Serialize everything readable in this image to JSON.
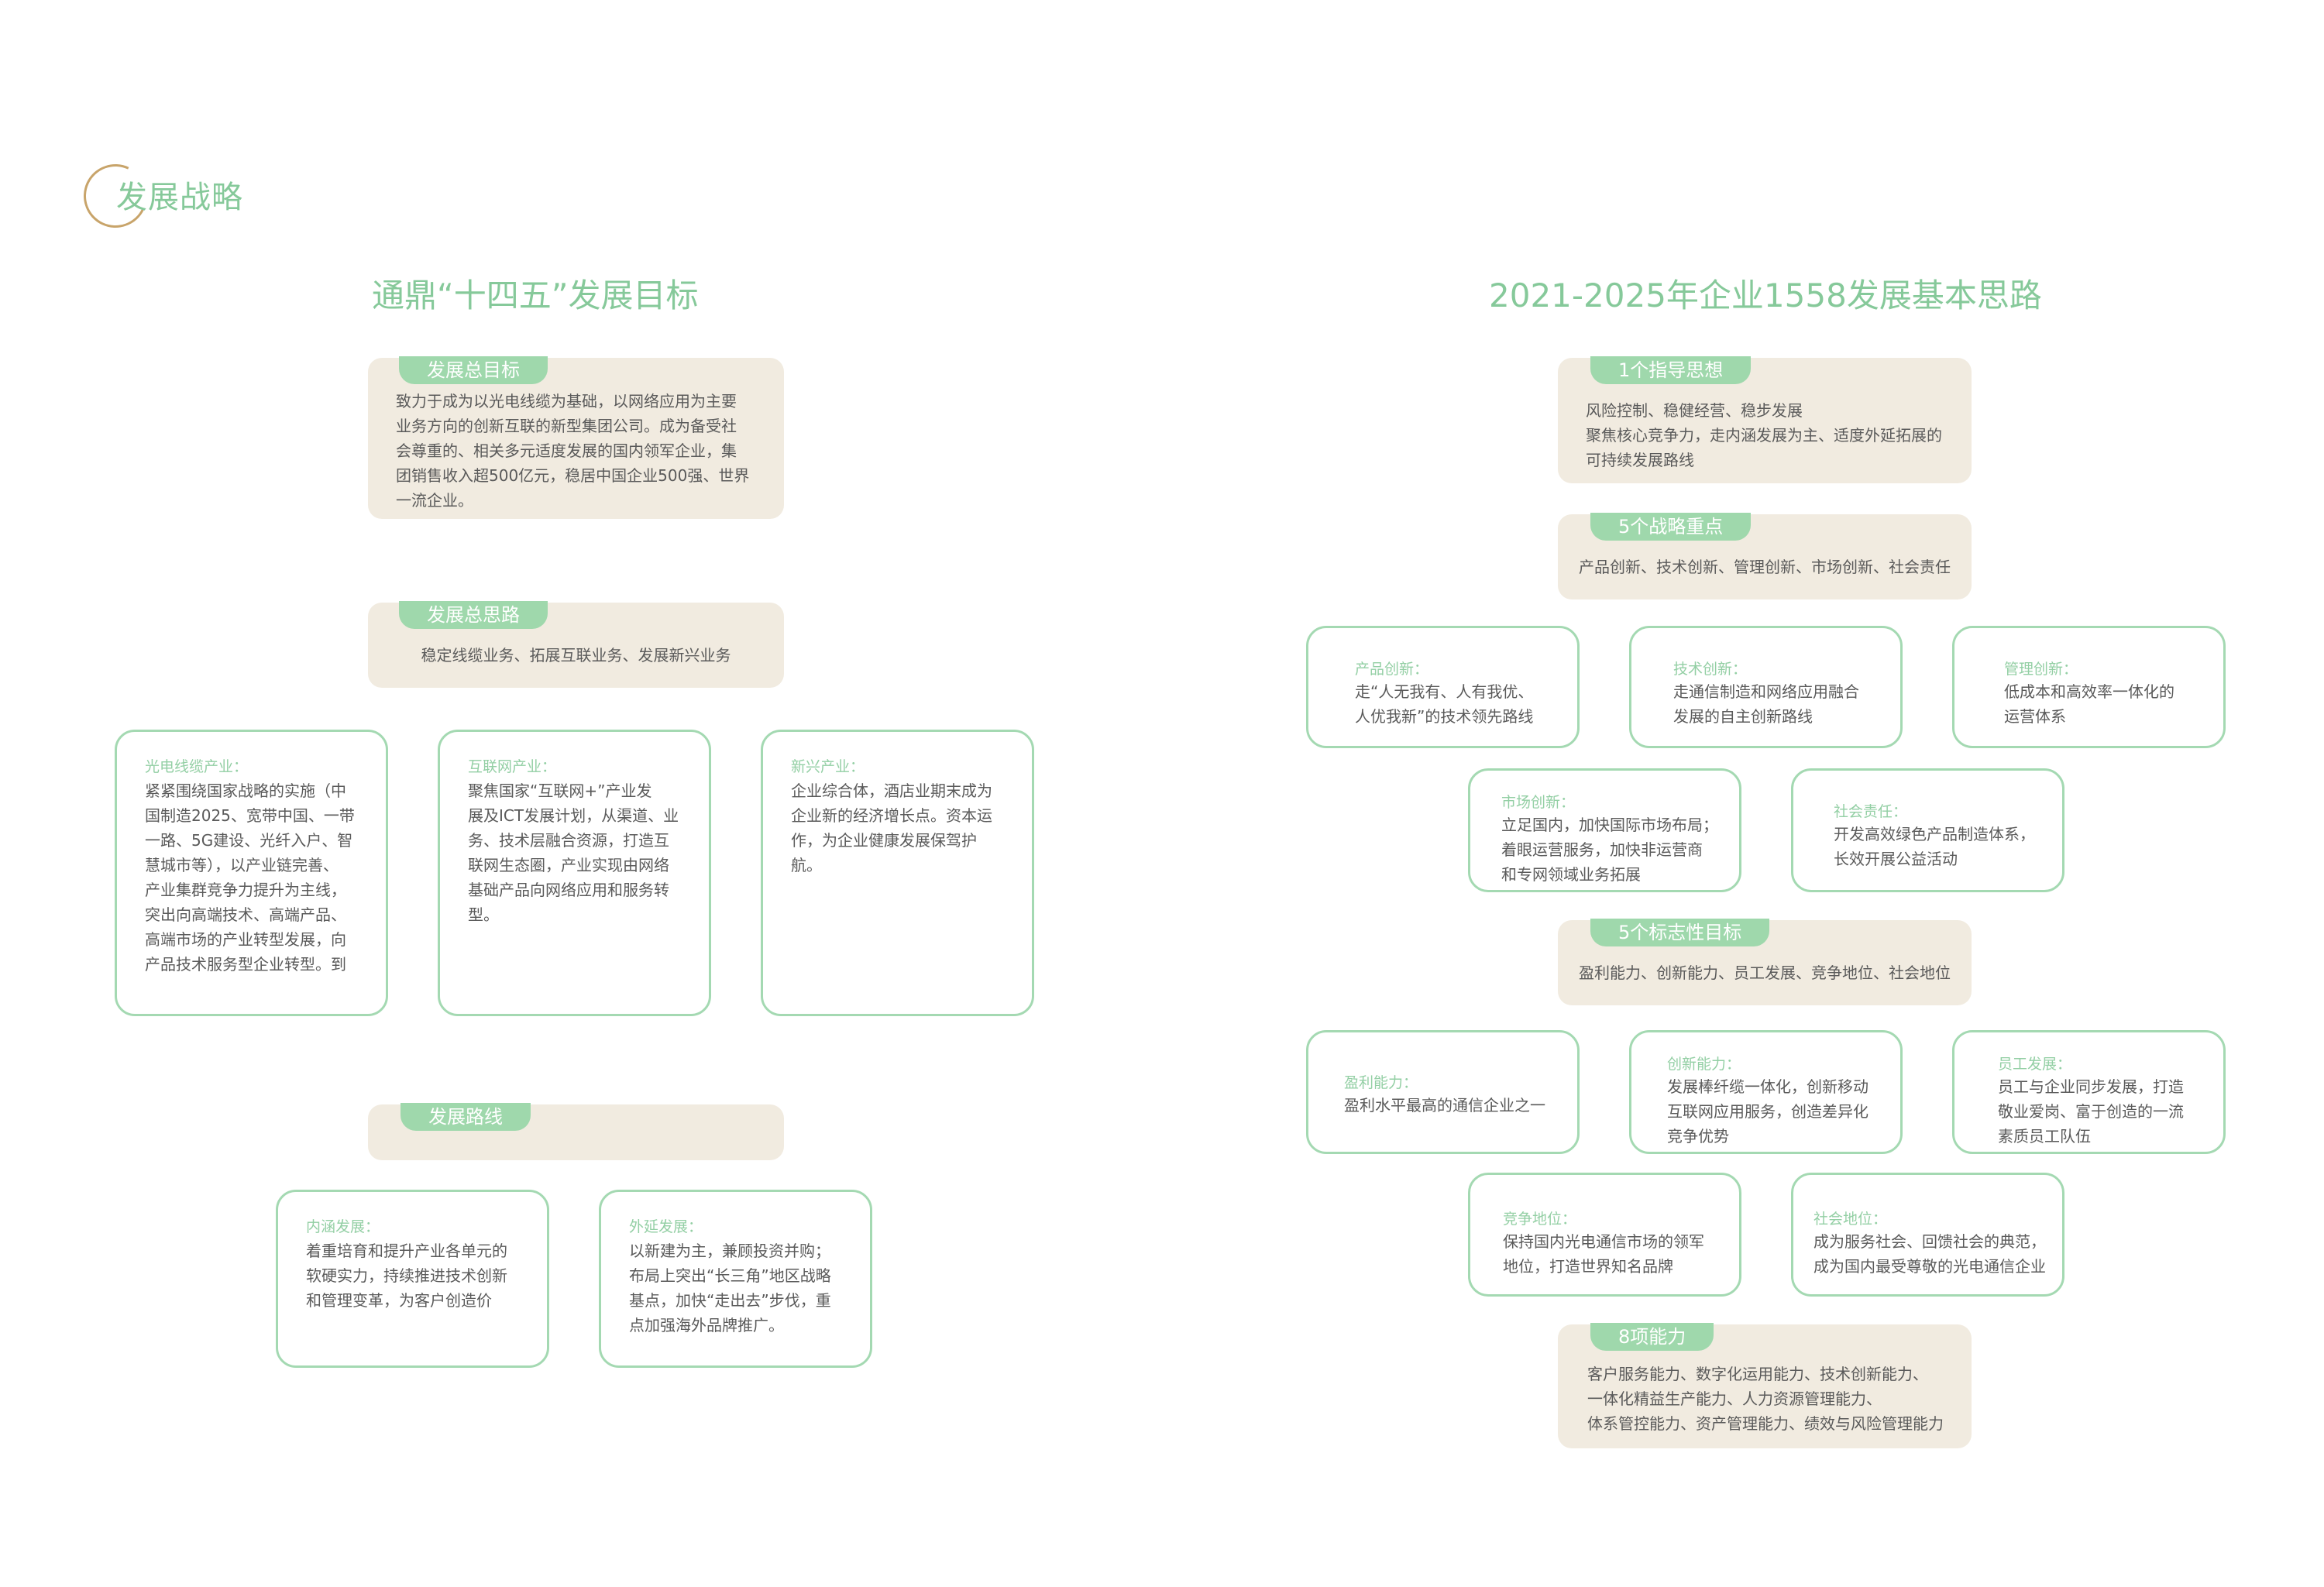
{
  "header": {
    "section_title": "发展战略"
  },
  "left": {
    "title": "通鼎“十四五”发展目标",
    "goal": {
      "tag": "发展总目标",
      "text": "致力于成为以光电线缆为基础，以网络应用为主要\n业务方向的创新互联的新型集团公司。成为备受社\n会尊重的、相关多元适度发展的国内领军企业，集\n团销售收入超500亿元，稳居中国企业500强、世界\n一流企业。"
    },
    "approach": {
      "tag": "发展总思路",
      "text": "稳定线缆业务、拓展互联业务、发展新兴业务"
    },
    "industries": [
      {
        "title": "光电线缆产业：",
        "text": "紧紧围绕国家战略的实施（中\n国制造2025、宽带中国、一带\n一路、5G建设、光纤入户、智\n慧城市等），以产业链完善、\n产业集群竞争力提升为主线，\n突出向高端技术、高端产品、\n高端市场的产业转型发展，向\n产品技术服务型企业转型。到"
      },
      {
        "title": "互联网产业：",
        "text": "聚焦国家“互联网+”产业发\n展及ICT发展计划，从渠道、业\n务、技术层融合资源，打造互\n联网生态圈，产业实现由网络\n基础产品向网络应用和服务转\n型。"
      },
      {
        "title": "新兴产业：",
        "text": "企业综合体，酒店业期末成为\n企业新的经济增长点。资本运\n作，为企业健康发展保驾护\n航。"
      }
    ],
    "route": {
      "tag": "发展路线"
    },
    "routes": [
      {
        "title": "内涵发展：",
        "text": "着重培育和提升产业各单元的\n软硬实力，持续推进技术创新\n和管理变革，为客户创造价"
      },
      {
        "title": "外延发展：",
        "text": "以新建为主，兼顾投资并购；\n布局上突出“长三角”地区战略\n基点，加快“走出去”步伐，重\n点加强海外品牌推广。"
      }
    ]
  },
  "right": {
    "title": "2021-2025年企业1558发展基本思路",
    "guiding": {
      "tag": "1个指导思想",
      "text": "风险控制、稳健经营、稳步发展\n聚焦核心竞争力，走内涵发展为主、适度外延拓展的\n可持续发展路线"
    },
    "focus": {
      "tag": "5个战略重点",
      "text": "产品创新、技术创新、管理创新、市场创新、社会责任"
    },
    "focus_items": [
      {
        "title": "产品创新：",
        "text": "走“人无我有、人有我优、\n人优我新”的技术领先路线"
      },
      {
        "title": "技术创新：",
        "text": "走通信制造和网络应用融合\n发展的自主创新路线"
      },
      {
        "title": "管理创新：",
        "text": "低成本和高效率一体化的\n运营体系"
      },
      {
        "title": "市场创新：",
        "text": "立足国内，加快国际市场布局；\n着眼运营服务，加快非运营商\n和专网领域业务拓展"
      },
      {
        "title": "社会责任：",
        "text": "开发高效绿色产品制造体系，\n长效开展公益活动"
      }
    ],
    "targets": {
      "tag": "5个标志性目标",
      "text": "盈利能力、创新能力、员工发展、竞争地位、社会地位"
    },
    "target_items": [
      {
        "title": "盈利能力：",
        "text": "盈利水平最高的通信企业之一"
      },
      {
        "title": "创新能力：",
        "text": "发展棒纤缆一体化，创新移动\n互联网应用服务，创造差异化\n竞争优势"
      },
      {
        "title": "员工发展：",
        "text": "员工与企业同步发展，打造\n敬业爱岗、富于创造的一流\n素质员工队伍"
      },
      {
        "title": "竞争地位：",
        "text": "保持国内光电通信市场的领军\n地位，打造世界知名品牌"
      },
      {
        "title": "社会地位：",
        "text": "成为服务社会、回馈社会的典范，\n成为国内最受尊敬的光电通信企业"
      }
    ],
    "capabilities": {
      "tag": "8项能力",
      "text": "客户服务能力、数字化运用能力、技术创新能力、\n一体化精益生产能力、人力资源管理能力、\n体系管控能力、资产管理能力、绩效与风险管理能力"
    }
  }
}
